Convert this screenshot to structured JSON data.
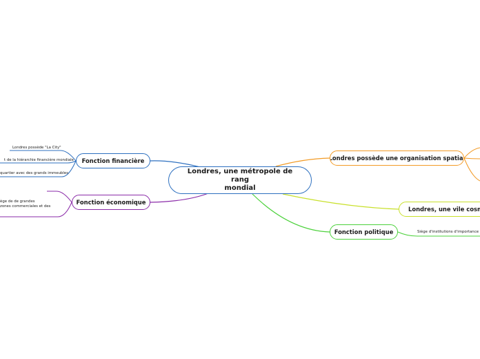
{
  "central": {
    "label_line1": "Londres, une métropole de rang",
    "label_line2": "mondial"
  },
  "branches": {
    "financiere": {
      "label": "Fonction financière",
      "leaves": [
        "Londres possède \"La City\"",
        "t de la hiérarchie financière mondiale",
        "quartier avec des grands immeubles"
      ]
    },
    "economique": {
      "label": "Fonction économique",
      "leaves": [
        "ège de de grandes",
        "zones commerciales et des"
      ]
    },
    "organisation": {
      "label": "Londres possède une organisation  spatial"
    },
    "cosmopolite": {
      "label": "Londres, une vile cosmopolite"
    },
    "politique": {
      "label": "Fonction politique",
      "leaves": [
        "Siège d'institutions d'importance"
      ]
    }
  },
  "colors": {
    "blue": "#2c6fbf",
    "purple": "#8a2aa8",
    "orange": "#f29a24",
    "yellow_green": "#c8e02a",
    "green": "#4bd13a"
  }
}
